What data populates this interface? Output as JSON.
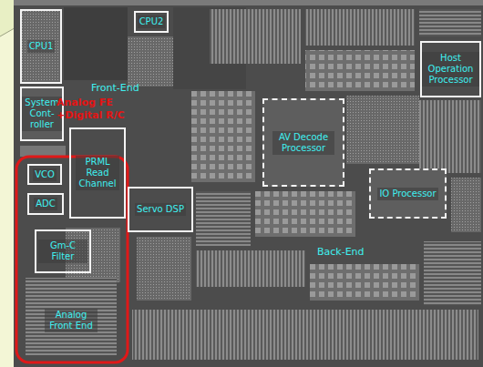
{
  "diagram": {
    "nodes": [
      {
        "text": [
          "CPU1"
        ]
      },
      {
        "text": [
          "CPU2"
        ]
      },
      {
        "text": [
          "System Cont- roller"
        ]
      },
      {
        "text": [
          "Host Operation Processor"
        ]
      },
      {
        "text": [
          "AV Decode Processor"
        ]
      },
      {
        "text": [
          "IO Processor"
        ]
      },
      {
        "text": [
          "VCO"
        ]
      },
      {
        "text": [
          "ADC"
        ]
      },
      {
        "text": [
          "PRML Read Channel"
        ]
      },
      {
        "text": [
          "Servo DSP"
        ]
      },
      {
        "text": [
          "Gm-C Filter"
        ]
      },
      {
        "text": [
          "Analog Front End"
        ]
      }
    ],
    "edges": [],
    "labels": [
      "Front-End",
      "Analog FE",
      "+Digital R/C",
      "Back-End"
    ]
  }
}
